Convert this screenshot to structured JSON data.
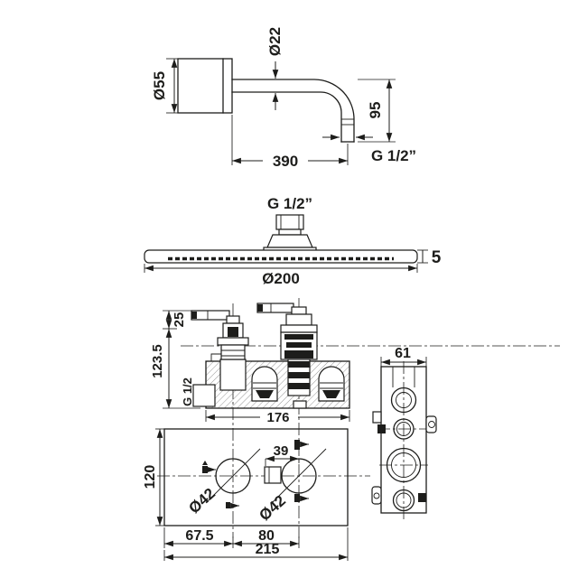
{
  "page": {
    "background": "#ffffff",
    "ink": "#1d1d1b"
  },
  "views": {
    "shower_arm": {
      "flange_diameter": "Ø55",
      "pipe_diameter": "Ø22",
      "drop_height": "95",
      "arm_length": "390",
      "outlet_thread": "G 1/2”"
    },
    "shower_head": {
      "inlet_thread": "G 1/2”",
      "edge_thickness": "5",
      "head_diameter": "Ø200"
    },
    "valve_section": {
      "handle_depth": "25",
      "overall_depth": "123.5",
      "inlet_thread": "G 1/2",
      "body_width": "176"
    },
    "valve_side": {
      "body_depth": "61"
    },
    "valve_front": {
      "plate_height": "120",
      "box_offset": "39",
      "left_hole_diameter": "Ø42",
      "right_hole_diameter": "Ø42",
      "left_hole_offset": "67.5",
      "hole_spacing": "80",
      "plate_width": "215"
    },
    "icons": {
      "markers": [
        "flow-direction-marker",
        "flow-direction-marker",
        "temperature-marker",
        "temperature-marker"
      ]
    }
  }
}
